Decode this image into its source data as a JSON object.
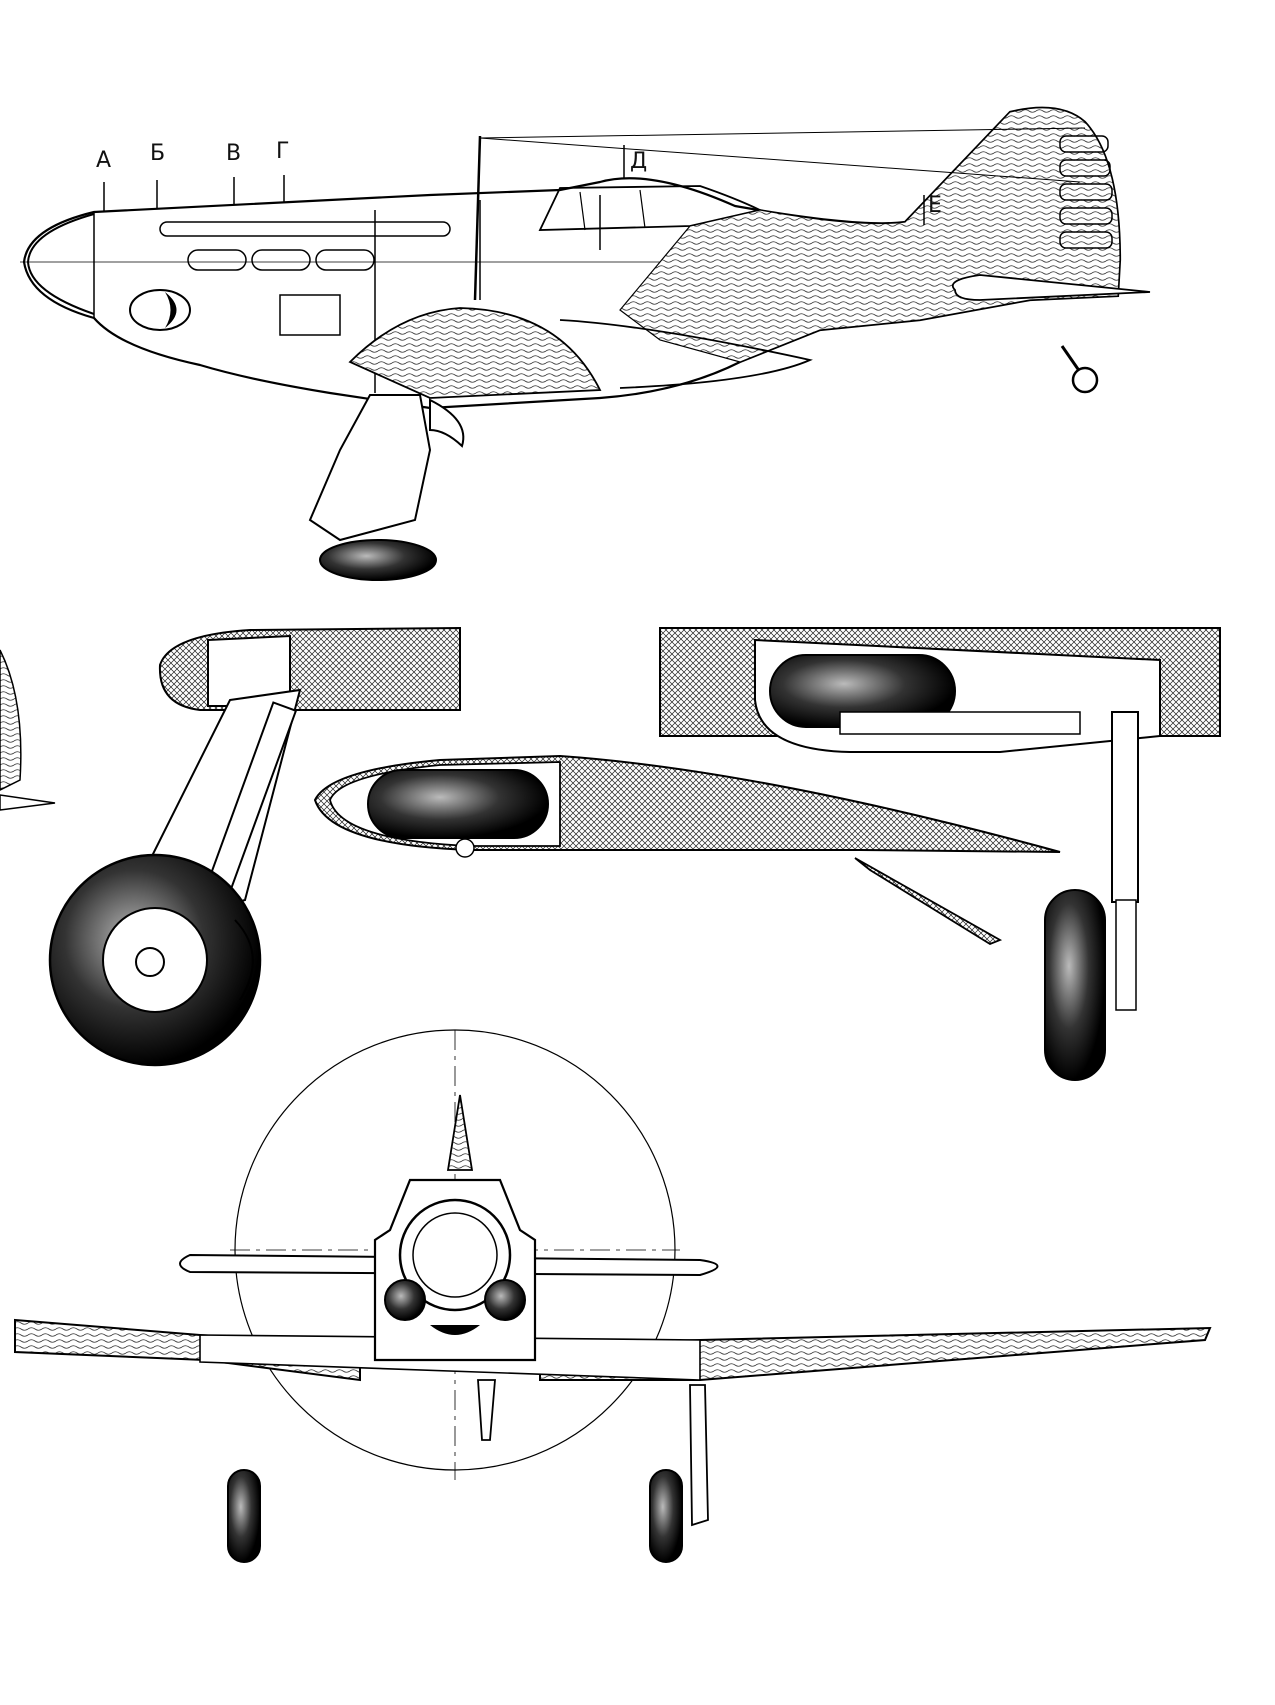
{
  "section_labels": [
    "А",
    "Б",
    "В",
    "Г",
    "Д",
    "Е"
  ]
}
